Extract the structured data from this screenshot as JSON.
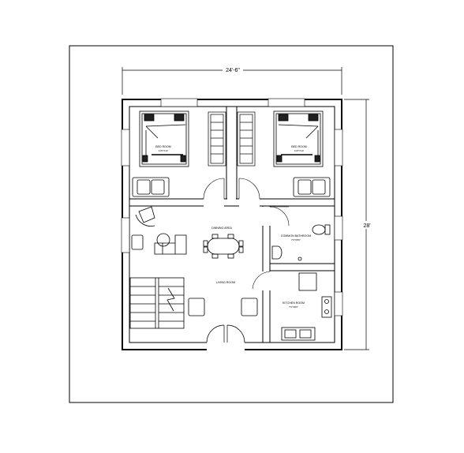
{
  "dimensions": {
    "width": "24'-6\"",
    "height": "28'"
  },
  "rooms": {
    "bedroom_left": {
      "name": "BED ROOM",
      "size": "11'0\"X14'"
    },
    "bedroom_right": {
      "name": "BED ROOM",
      "size": "11'0\"X14'"
    },
    "dining": {
      "name": "DINNING AREA"
    },
    "living": {
      "name": "LIVING ROOM"
    },
    "bathroom": {
      "name": "COMMON BATHROOM",
      "size": "7'0\"X8'0\""
    },
    "kitchen": {
      "name": "KITCHEN ROOM",
      "size": "7'0\"X8'0\""
    }
  }
}
